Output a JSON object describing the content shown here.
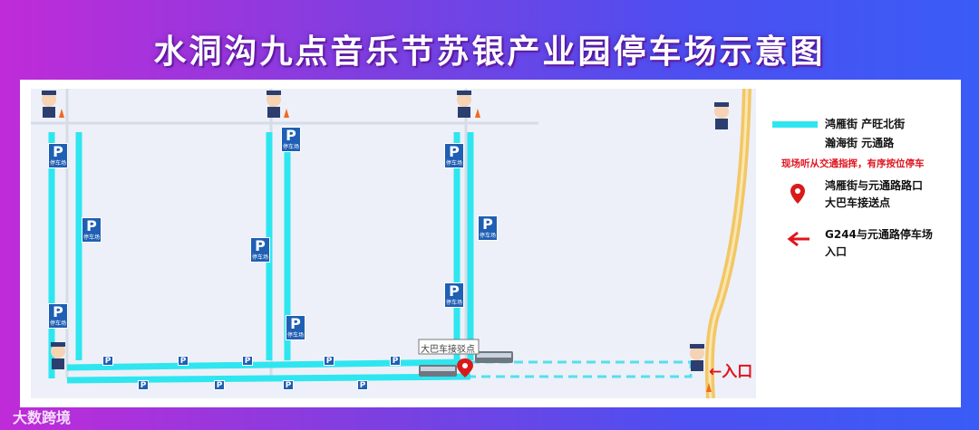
{
  "title": "水洞沟九点音乐节苏银产业园停车场示意图",
  "legend": {
    "route_line1": "鸿雁街  产旺北街",
    "route_line2": "瀚海街  元通路",
    "notice": "现场听从交通指挥，有序按位停车",
    "pickup_line1": "鸿雁街与元通路路口",
    "pickup_line2": "大巴车接送点",
    "entrance_line1": "G244与元通路停车场",
    "entrance_line2": "入口"
  },
  "map": {
    "bus_stop_label": "大巴车接驳点",
    "entrance_label": "←入口",
    "parking_sign": "P",
    "parking_sign_text": "停车场"
  },
  "colors": {
    "route": "#2ee6f0",
    "dashed_route": "#55dff0",
    "pin": "#d91a1a",
    "arrow": "#e0141e",
    "parking_blue": "#1f5fb4",
    "highway": "#f2c766"
  },
  "icons": [
    "map-pin-icon",
    "left-arrow-icon",
    "parking-icon",
    "traffic-police-icon",
    "traffic-cone-icon",
    "bus-icon"
  ],
  "watermark": "大数跨境"
}
